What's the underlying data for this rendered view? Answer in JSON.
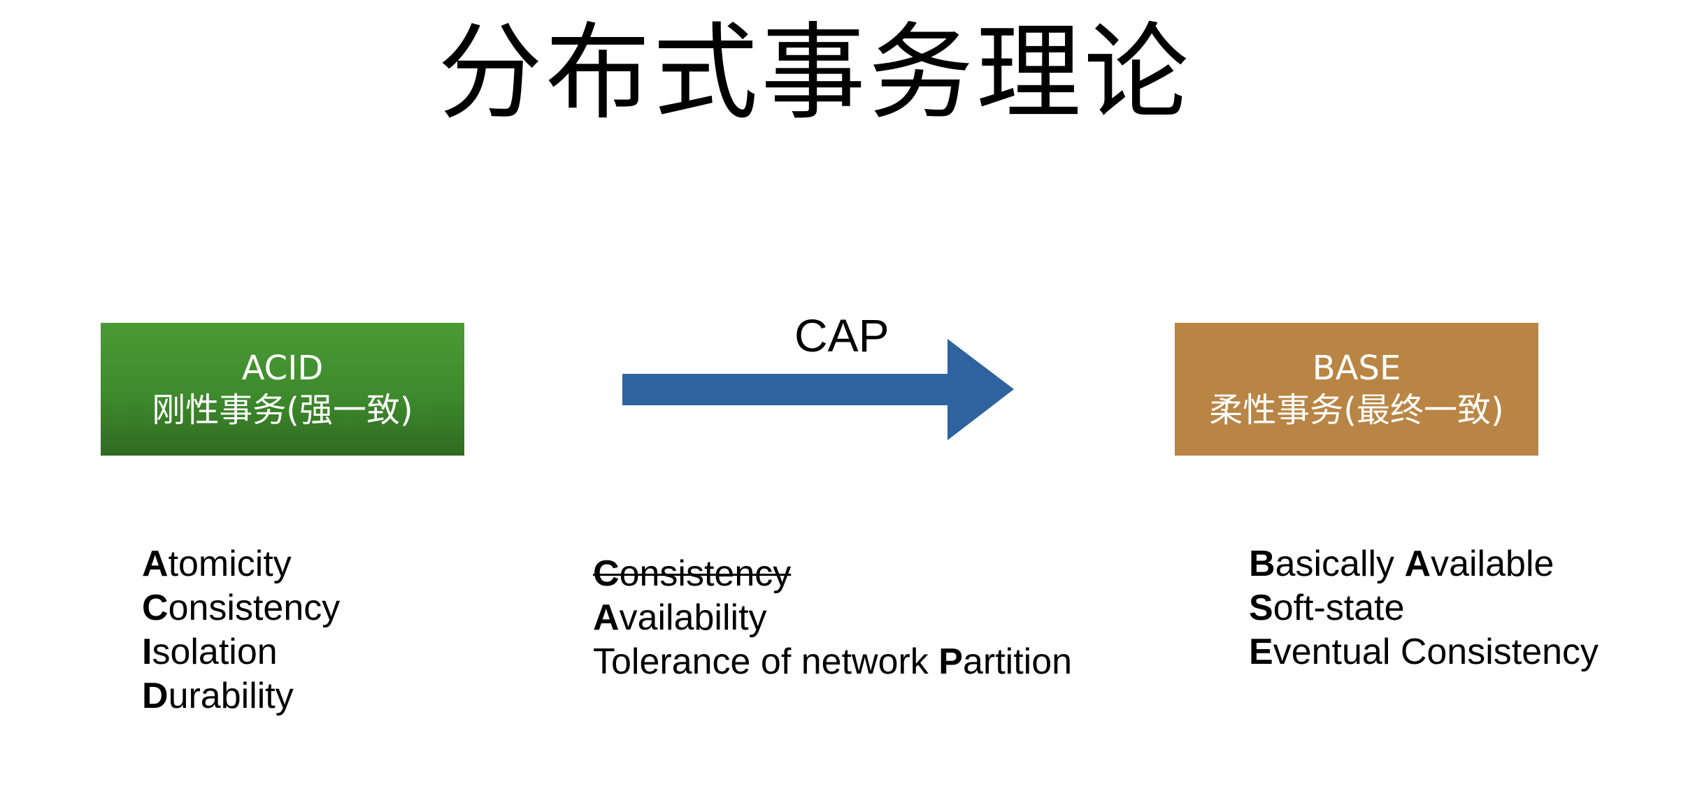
{
  "title": "分布式事务理论",
  "acid_box": {
    "name": "ACID",
    "subtitle": "刚性事务(强一致)",
    "color": "#3e8a2c"
  },
  "base_box": {
    "name": "BASE",
    "subtitle": "柔性事务(最终一致)",
    "color": "#b98545"
  },
  "arrow": {
    "label": "CAP",
    "color": "#2f63a0"
  },
  "acid_list": [
    {
      "initial": "A",
      "rest": "tomicity"
    },
    {
      "initial": "C",
      "rest": "onsistency"
    },
    {
      "initial": "I",
      "rest": "solation"
    },
    {
      "initial": "D",
      "rest": "urability"
    }
  ],
  "cap_list": {
    "consistency": {
      "initial": "C",
      "rest": "onsistency",
      "struck": true
    },
    "availability": {
      "initial": "A",
      "rest": "vailability"
    },
    "partition": {
      "prefix": "Tolerance of network ",
      "initial": "P",
      "rest": "artition"
    }
  },
  "base_list": {
    "basically_available": {
      "initial1": "B",
      "rest1": "asically ",
      "initial2": "A",
      "rest2": "vailable"
    },
    "soft_state": {
      "initial": "S",
      "rest": "oft-state"
    },
    "eventual_consistency": {
      "initial": "E",
      "rest": "ventual Consistency"
    }
  }
}
